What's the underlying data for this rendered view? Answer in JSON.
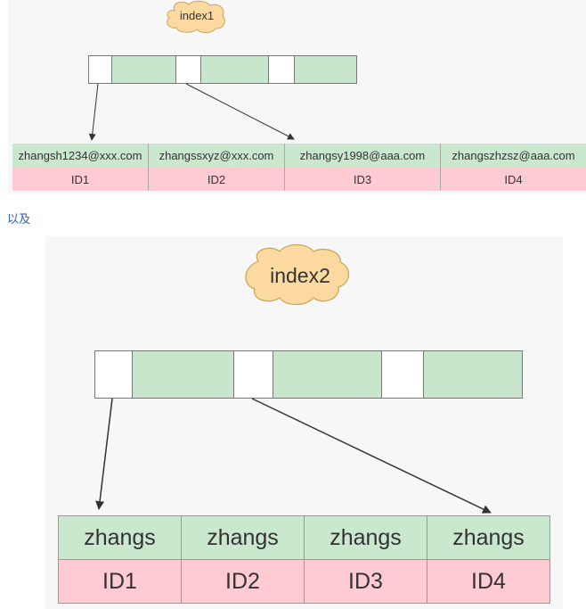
{
  "diagram1": {
    "index_label": "index1",
    "keys": [
      "zhangsh1234@xxx.com",
      "zhangssxyz@xxx.com",
      "zhangsy1998@aaa.com",
      "zhangszhzsz@aaa.com"
    ],
    "ids": [
      "ID1",
      "ID2",
      "ID3",
      "ID4"
    ]
  },
  "between_text": "以及",
  "diagram2": {
    "index_label": "index2",
    "keys": [
      "zhangs",
      "zhangs",
      "zhangs",
      "zhangs"
    ],
    "ids": [
      "ID1",
      "ID2",
      "ID3",
      "ID4"
    ]
  },
  "colors": {
    "green_cell": "#c9e8ce",
    "pink_cell": "#ffcbd3",
    "cloud_fill": "#fcd9a0",
    "cloud_stroke": "#c9a35a",
    "link_text": "#2a5db0"
  }
}
